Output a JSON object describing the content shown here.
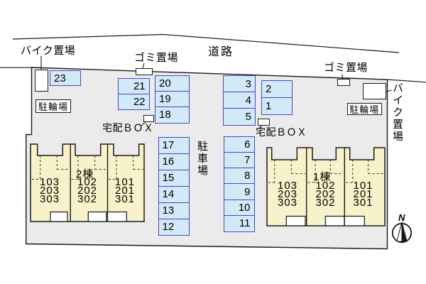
{
  "labels": {
    "road": "道路",
    "bike_storage": "バイク置場",
    "garbage": "ゴミ置場",
    "bicycle_parking": "駐輪場",
    "delivery_box": "宅配ＢＯＸ",
    "car_parking": "駐車場",
    "north": "N"
  },
  "parking": {
    "space_23": "23",
    "col_21_22": [
      "21",
      "22"
    ],
    "col_20_18": [
      "20",
      "19",
      "18"
    ],
    "col_3_5": [
      "3",
      "4",
      "5"
    ],
    "col_2_1": [
      "2",
      "1"
    ],
    "col_17_12": [
      "17",
      "16",
      "15",
      "14",
      "13",
      "12"
    ],
    "col_6_11": [
      "6",
      "7",
      "8",
      "9",
      "10",
      "11"
    ]
  },
  "buildings": [
    {
      "name": "2棟",
      "units": [
        [
          "103",
          "203",
          "303"
        ],
        [
          "102",
          "202",
          "302"
        ],
        [
          "101",
          "201",
          "301"
        ]
      ]
    },
    {
      "name": "1棟",
      "units": [
        [
          "103",
          "203",
          "303"
        ],
        [
          "102",
          "202",
          "302"
        ],
        [
          "101",
          "201",
          "301"
        ]
      ]
    }
  ],
  "colors": {
    "ground": "#ebebeb",
    "parking_fill": "#d2e9f7",
    "parking_border": "#4747c2",
    "building_fill": "#f7f2c9",
    "line": "#1a1a1a"
  }
}
